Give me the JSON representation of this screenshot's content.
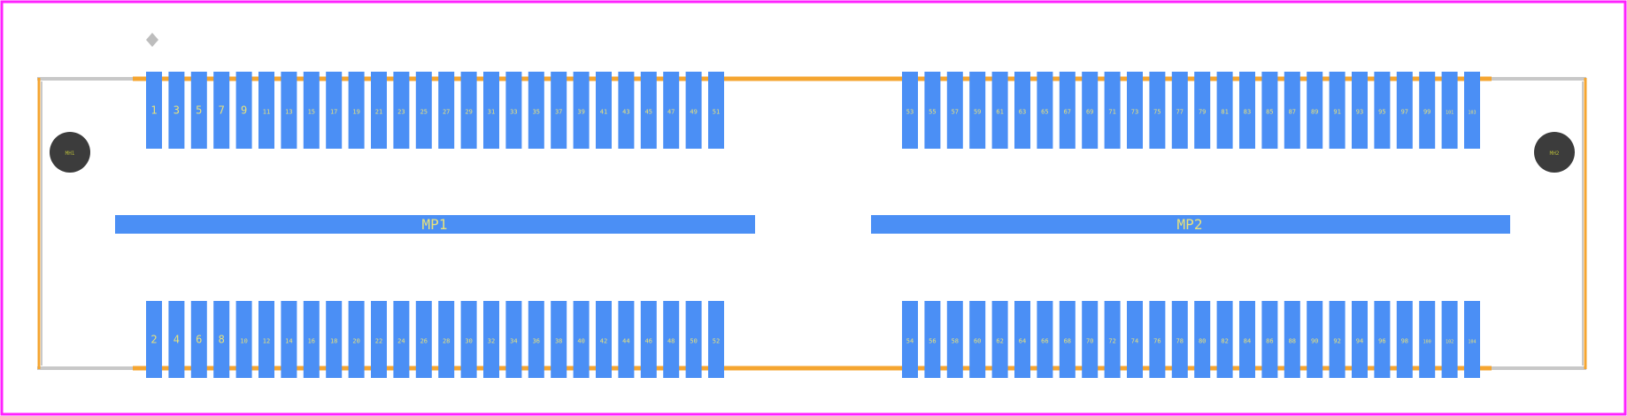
{
  "colors": {
    "border": "#ff22ff",
    "pad": "#4b8ff5",
    "outline": "#f5a530",
    "outline_corner": "#c8c8c8",
    "pin_label": "#e8e27a",
    "hole": "#3c3c3c",
    "hole_label": "#b5b83a",
    "pin1_marker": "#bdbdbd"
  },
  "mounting_pads": [
    {
      "label": "MP1"
    },
    {
      "label": "MP2"
    }
  ],
  "mounting_holes": [
    {
      "label": "MH1"
    },
    {
      "label": "MH2"
    }
  ],
  "pin_rows": {
    "top_left": [
      "1",
      "3",
      "5",
      "7",
      "9",
      "11",
      "13",
      "15",
      "17",
      "19",
      "21",
      "23",
      "25",
      "27",
      "29",
      "31",
      "33",
      "35",
      "37",
      "39",
      "41",
      "43",
      "45",
      "47",
      "49",
      "51"
    ],
    "top_right": [
      "53",
      "55",
      "57",
      "59",
      "61",
      "63",
      "65",
      "67",
      "69",
      "71",
      "73",
      "75",
      "77",
      "79",
      "81",
      "83",
      "85",
      "87",
      "89",
      "91",
      "93",
      "95",
      "97",
      "99",
      "101",
      "103"
    ],
    "bottom_left": [
      "2",
      "4",
      "6",
      "8",
      "10",
      "12",
      "14",
      "16",
      "18",
      "20",
      "22",
      "24",
      "26",
      "28",
      "30",
      "32",
      "34",
      "36",
      "38",
      "40",
      "42",
      "44",
      "46",
      "48",
      "50",
      "52"
    ],
    "bottom_right": [
      "54",
      "56",
      "58",
      "60",
      "62",
      "64",
      "66",
      "68",
      "70",
      "72",
      "74",
      "76",
      "78",
      "80",
      "82",
      "84",
      "86",
      "88",
      "90",
      "92",
      "94",
      "96",
      "98",
      "100",
      "102",
      "104"
    ]
  }
}
